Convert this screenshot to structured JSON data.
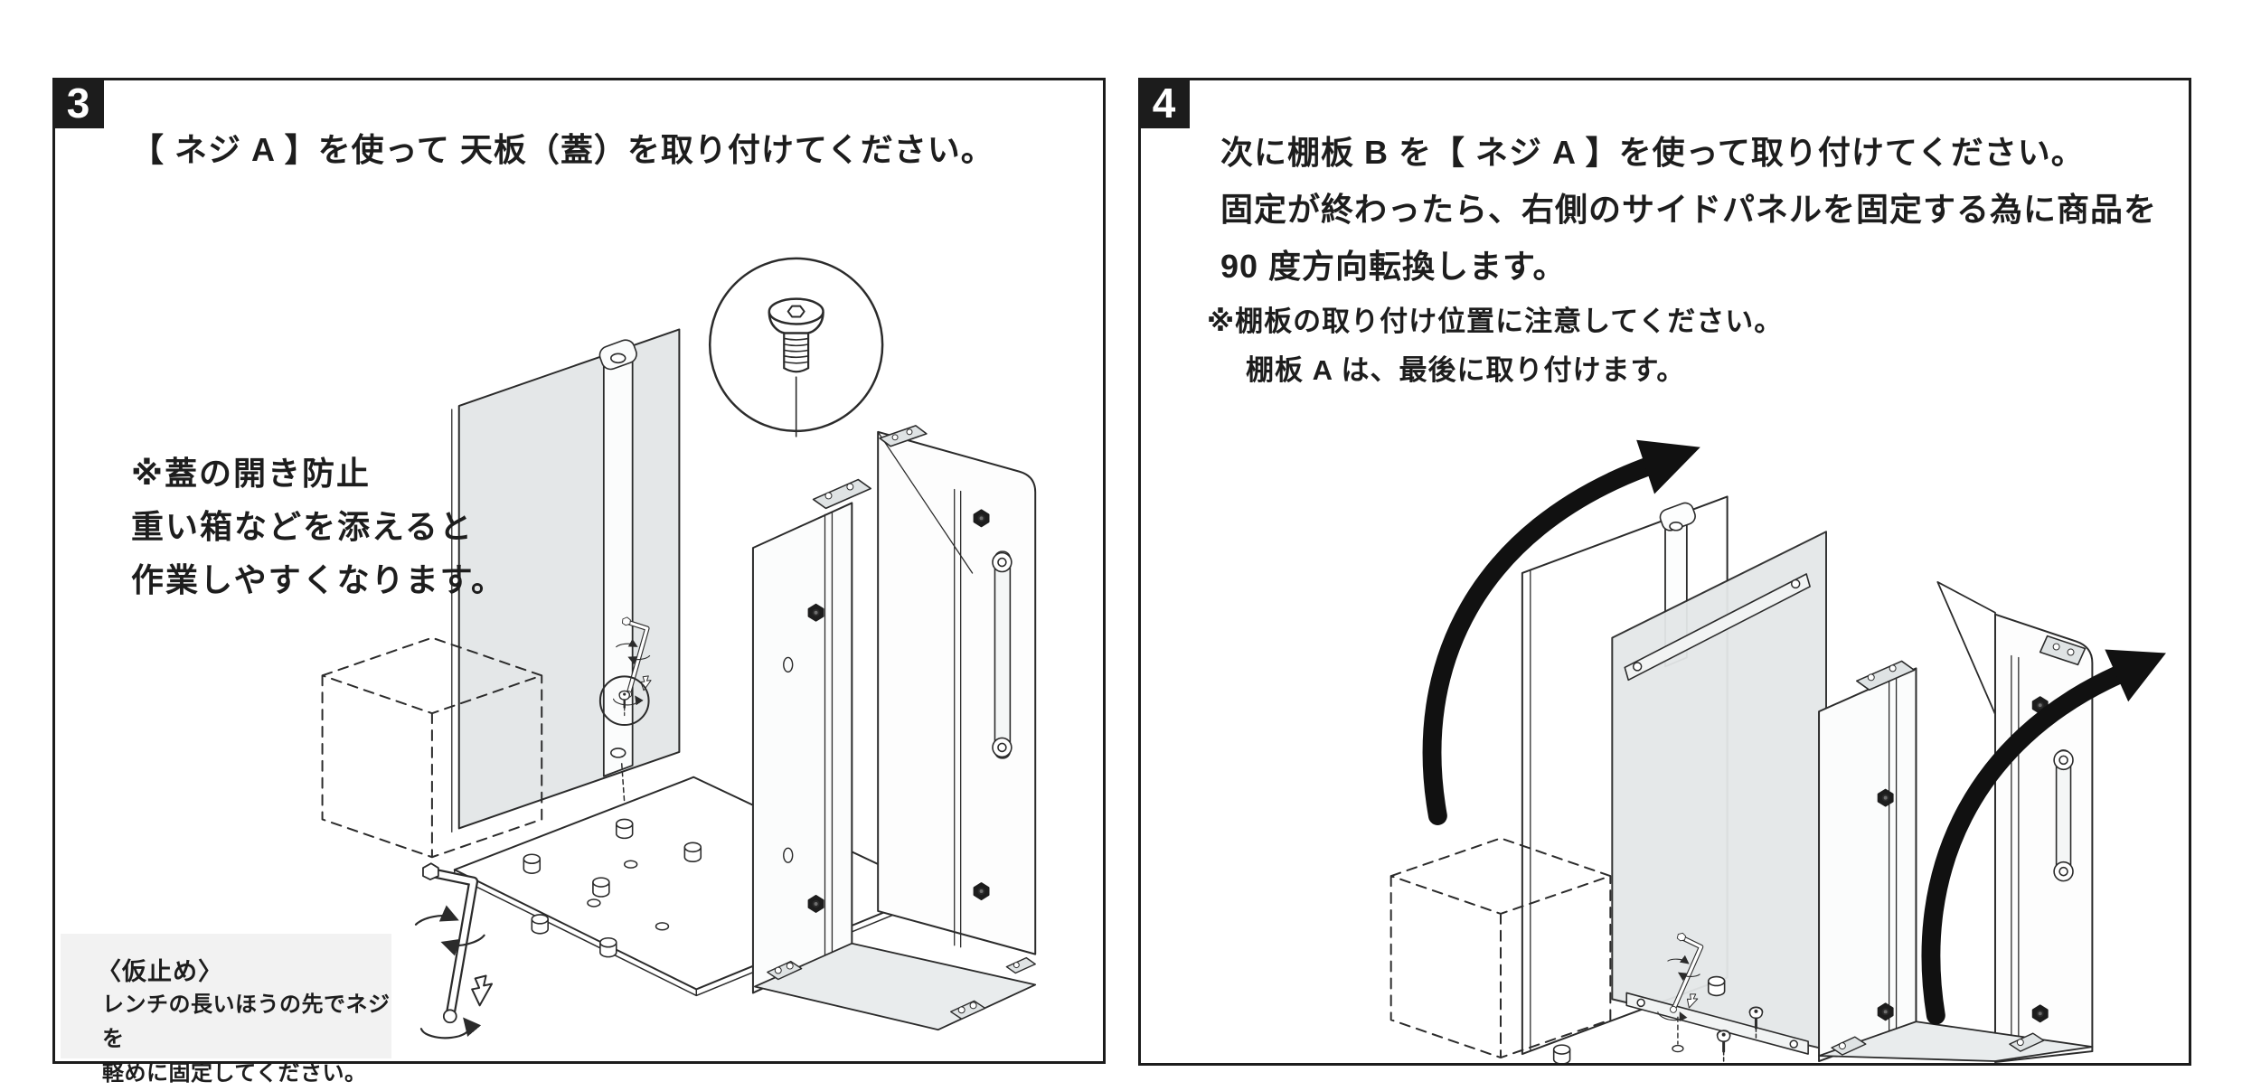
{
  "colors": {
    "line": "#2b2b2b",
    "panel_border": "#1c1c1c",
    "badge_bg": "#1c1c1c",
    "badge_fg": "#ffffff",
    "lid_fill": "#e4e7e8",
    "note_box_bg": "#f2f2f2",
    "arrow": "#111111"
  },
  "step3": {
    "badge": "3",
    "title": "【 ネジ A 】を使って 天板（蓋）を取り付けてください。",
    "tip_lines": [
      "※蓋の開き防止",
      "重い箱などを添えると",
      "作業しやすくなります。"
    ],
    "note_box": {
      "heading": "〈仮止め〉",
      "lines": [
        "レンチの長いほうの先でネジを",
        "軽めに固定してください。"
      ]
    }
  },
  "step4": {
    "badge": "4",
    "title_lines": [
      "次に棚板 B を【 ネジ A 】を使って取り付けてください。",
      "固定が終わったら、右側のサイドパネルを固定する為に商品を",
      "90 度方向転換します。"
    ],
    "note_lines": [
      "※棚板の取り付け位置に注意してください。",
      "棚板 A は、最後に取り付けます。"
    ]
  }
}
